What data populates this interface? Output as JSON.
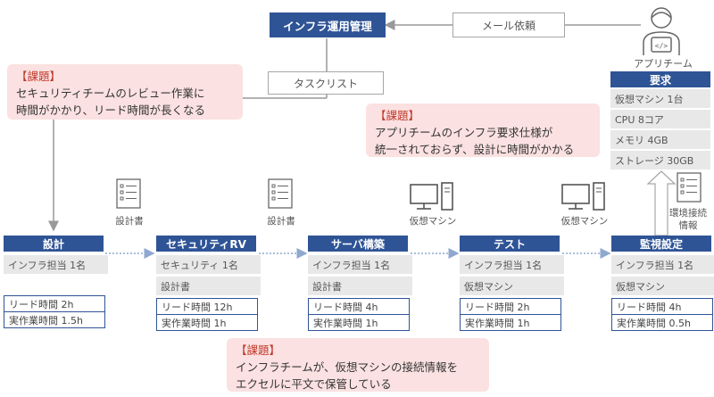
{
  "top": {
    "ops_team": "インフラ運用管理",
    "mail_request": "メール依頼",
    "task_list": "タスクリスト",
    "app_team": "アプリチーム"
  },
  "issues": {
    "issue1": {
      "tag": "【課題】",
      "lines": [
        "セキュリティチームのレビュー作業に",
        "時間がかかり、リード時間が長くなる"
      ]
    },
    "issue2": {
      "tag": "【課題】",
      "lines": [
        "アプリチームのインフラ要求仕様が",
        "統一されておらず、設計に時間がかかる"
      ]
    },
    "issue3": {
      "tag": "【課題】",
      "lines": [
        "インフラチームが、仮想マシンの接続情報を",
        "エクセルに平文で保管している"
      ]
    }
  },
  "requirements": {
    "title": "要求",
    "items": [
      "仮想マシン 1台",
      "CPU 8コア",
      "メモリ 4GB",
      "ストレージ 30GB"
    ]
  },
  "artifacts": {
    "design_doc_1": "設計書",
    "design_doc_2": "設計書",
    "vm_1": "仮想マシン",
    "vm_2": "仮想マシン",
    "env_info": [
      "環境接続",
      "情報"
    ]
  },
  "stages": [
    {
      "title": "設計",
      "rows": [
        "インフラ担当 1名"
      ],
      "lead": "リード時間 2h",
      "work": "実作業時間 1.5h"
    },
    {
      "title": "セキュリティRV",
      "rows": [
        "セキュリティ 1名",
        "設計書"
      ],
      "lead": "リード時間 12h",
      "work": "実作業時間 1h"
    },
    {
      "title": "サーバ構築",
      "rows": [
        "インフラ担当 1名",
        "設計書"
      ],
      "lead": "リード時間 4h",
      "work": "実作業時間 1h"
    },
    {
      "title": "テスト",
      "rows": [
        "インフラ担当 1名",
        "仮想マシン"
      ],
      "lead": "リード時間 2h",
      "work": "実作業時間 1h"
    },
    {
      "title": "監視設定",
      "rows": [
        "インフラ担当 1名",
        "仮想マシン"
      ],
      "lead": "リード時間 4h",
      "work": "実作業時間 0.5h"
    }
  ],
  "colors": {
    "navy": "#2f5496",
    "issue_bg": "#fbe1e1",
    "issue_tag": "#c0392b",
    "cell_bg": "#e8e8e8"
  },
  "icons": [
    "document-icon",
    "computer-icon",
    "developer-person-icon"
  ]
}
